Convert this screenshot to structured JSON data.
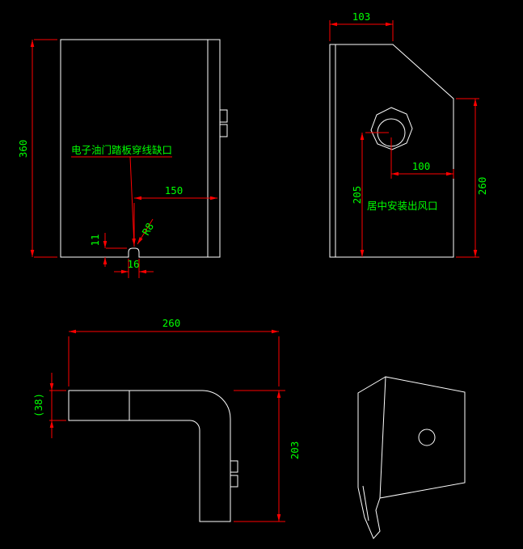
{
  "canvas": {
    "background": "#000000",
    "colors": {
      "geometry": "#ffffff",
      "dimension_lines": "#ff0000",
      "dimension_text": "#00ff00"
    }
  },
  "views": {
    "front": {
      "annotation": "电子油门踏板穿线缺口",
      "dims": {
        "height": "360",
        "notch_offset": "150",
        "notch_height": "11",
        "notch_width": "16",
        "notch_radius": "R8"
      }
    },
    "side": {
      "annotation": "居中安装出风口",
      "dims": {
        "top_width": "103",
        "hole_to_edge": "100",
        "hole_height": "205",
        "edge_height": "260"
      }
    },
    "top": {
      "dims": {
        "width": "260",
        "flange_depth": "(38)",
        "leg_length": "203"
      }
    }
  }
}
